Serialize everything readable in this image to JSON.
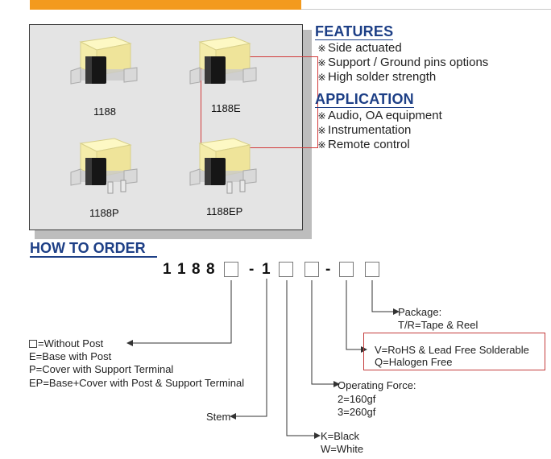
{
  "header": {
    "accent_color": "#f39a1e"
  },
  "products": [
    {
      "model": "1188"
    },
    {
      "model": "1188E",
      "highlighted": true
    },
    {
      "model": "1188P"
    },
    {
      "model": "1188EP"
    }
  ],
  "features": {
    "title": "FEATURES",
    "items": [
      "Side actuated",
      "Support / Ground pins options",
      "High solder strength"
    ]
  },
  "application": {
    "title": "APPLICATION",
    "items": [
      "Audio, OA equipment",
      "Instrumentation",
      "Remote control"
    ]
  },
  "bullet_mark": "※",
  "how_to_order": {
    "title": "HOW TO ORDER",
    "code": {
      "c1": "1",
      "c2": "1",
      "c3": "8",
      "c4": "8",
      "dash1": "-",
      "c5": "1",
      "dash2": "-"
    },
    "post": {
      "box_label": "=Without Post",
      "lines": [
        "E=Base with Post",
        "P=Cover with Support Terminal",
        "EP=Base+Cover with Post & Support Terminal"
      ]
    },
    "stem": {
      "label": "Stem"
    },
    "color": {
      "lines": [
        "K=Black",
        "W=White"
      ]
    },
    "force": {
      "title": "Operating Force:",
      "lines": [
        "2=160gf",
        "3=260gf"
      ]
    },
    "rohs": {
      "lines": [
        "V=RoHS & Lead Free Solderable",
        "Q=Halogen Free"
      ]
    },
    "package": {
      "title": "Package:",
      "lines": [
        "T/R=Tape & Reel"
      ]
    }
  }
}
